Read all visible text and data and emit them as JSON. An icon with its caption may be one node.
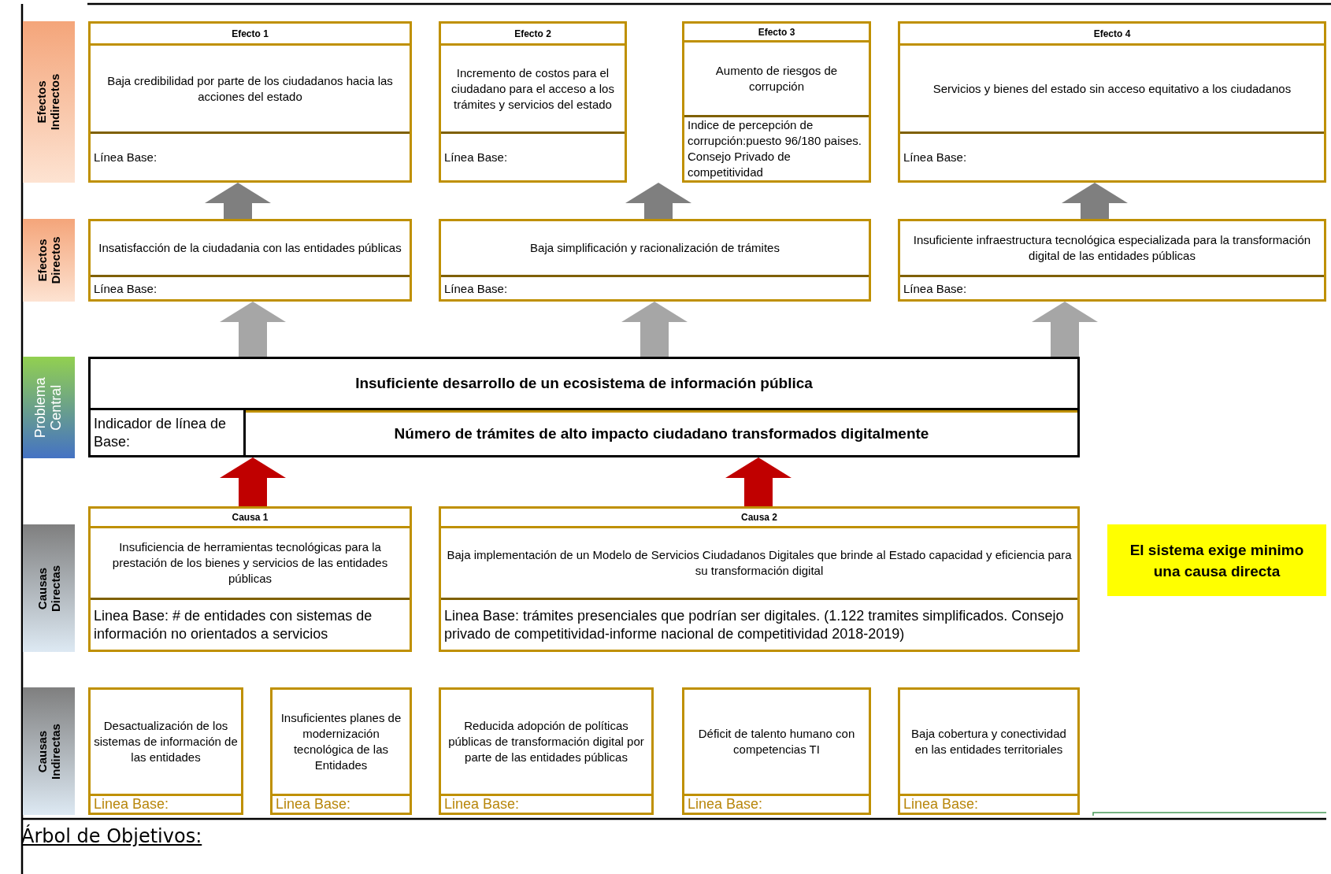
{
  "diagram": {
    "title": "Árbol de Objetivos:",
    "nodes": [
      {
        "text": [
          "Efectos Indirectos"
        ]
      },
      {
        "text": [
          "Efecto 1",
          "Baja credibilidad por parte de los ciudadanos hacia las acciones del estado",
          "Línea Base:"
        ]
      },
      {
        "text": [
          "Efecto 2",
          "Incremento de costos para el ciudadano para el acceso a los trámites y servicios del estado",
          "Línea Base:"
        ]
      },
      {
        "text": [
          "Efecto 3",
          "Aumento de riesgos de corrupción",
          "Indice de percepción de corrupción:puesto 96/180 paises. Consejo Privado de competitividad"
        ]
      },
      {
        "text": [
          "Efecto 4",
          "Servicios y bienes del estado sin acceso equitativo a los ciudadanos",
          "Línea Base:"
        ]
      },
      {
        "text": [
          "Efectos Directos"
        ]
      },
      {
        "text": [
          "Insatisfacción de la ciudadania con las entidades públicas",
          "Línea Base:"
        ]
      },
      {
        "text": [
          "Baja simplificación y racionalización de trámites",
          "Línea Base:"
        ]
      },
      {
        "text": [
          "Insuficiente infraestructura tecnológica especializada para la transformación digital de las entidades públicas",
          "Línea Base:"
        ]
      },
      {
        "text": [
          "Problema Central"
        ]
      },
      {
        "text": [
          "Insuficiente desarrollo de un ecosistema de información pública",
          "Indicador de línea de Base:",
          "Número de trámites de alto impacto ciudadano transformados digitalmente"
        ]
      },
      {
        "text": [
          "Causas Directas"
        ]
      },
      {
        "text": [
          "Causa 1",
          "Insuficiencia de herramientas tecnológicas para la prestación de los bienes y servicios de las entidades públicas",
          "Linea Base: # de entidades con sistemas de información no orientados a servicios"
        ]
      },
      {
        "text": [
          "Causa 2",
          "Baja implementación de un Modelo de Servicios Ciudadanos Digitales que brinde al Estado capacidad y eficiencia para su transformación digital",
          "Linea Base: trámites presenciales que podrían ser digitales. (1.122 tramites simplificados. Consejo privado de competitividad-informe nacional de competitividad 2018-2019)"
        ]
      },
      {
        "text": [
          "Causas Indirectas"
        ]
      },
      {
        "text": [
          "Desactualización de los sistemas de información de las entidades",
          "Linea Base:"
        ]
      },
      {
        "text": [
          "Insuficientes planes de modernización tecnológica de las Entidades",
          "Linea Base:"
        ]
      },
      {
        "text": [
          "Reducida adopción de políticas públicas de transformación digital por parte de las entidades públicas",
          "Linea Base:"
        ]
      },
      {
        "text": [
          "Déficit de talento humano con competencias TI",
          "Linea Base:"
        ]
      },
      {
        "text": [
          "Baja cobertura y conectividad en las entidades territoriales",
          "Linea Base:"
        ]
      }
    ],
    "edges": [
      {
        "from": 6,
        "to": 1,
        "arrow": "to",
        "color": "#7f7f7f"
      },
      {
        "from": 7,
        "to": 3,
        "arrow": "to",
        "color": "#7f7f7f"
      },
      {
        "from": 8,
        "to": 4,
        "arrow": "to",
        "color": "#7f7f7f"
      },
      {
        "from": 10,
        "to": 6,
        "arrow": "to"
      },
      {
        "from": 10,
        "to": 7,
        "arrow": "to"
      },
      {
        "from": 10,
        "to": 8,
        "arrow": "to"
      },
      {
        "from": 12,
        "to": 10,
        "arrow": "to",
        "color": "#c00000"
      },
      {
        "from": 13,
        "to": 10,
        "arrow": "to",
        "color": "#c00000"
      }
    ],
    "labels": [
      "El sistema exige minimo una causa directa"
    ]
  }
}
